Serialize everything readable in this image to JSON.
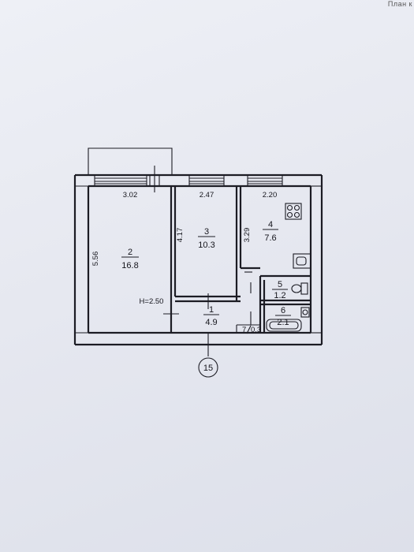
{
  "header": {
    "corner_text": "План к"
  },
  "plan": {
    "ceiling_height": "H=2.50",
    "axis_marker": "15",
    "rooms": [
      {
        "number": "2",
        "area": "16.8"
      },
      {
        "number": "3",
        "area": "10.3"
      },
      {
        "number": "4",
        "area": "7.6"
      },
      {
        "number": "1",
        "area": "4.9"
      },
      {
        "number": "5",
        "area": "1.2"
      },
      {
        "number": "6",
        "area": "2.1"
      },
      {
        "number": "7",
        "area": "0.3"
      }
    ],
    "dimensions": {
      "room2_width": "3.02",
      "room2_length": "5.56",
      "room3_width": "2.47",
      "room3_length": "4.17",
      "room4_width": "2.20",
      "room4_length": "3.29"
    }
  }
}
